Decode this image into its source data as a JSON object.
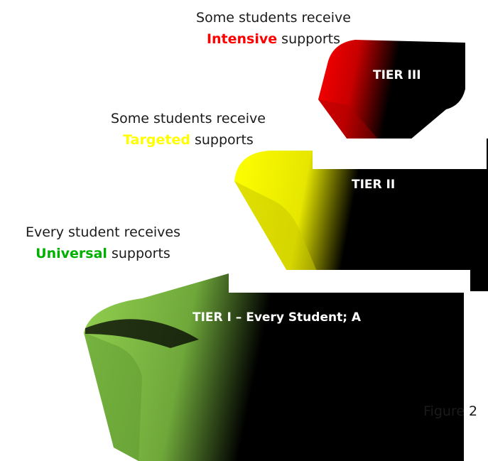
{
  "captions": [
    {
      "line1": "Some students receive",
      "keyword": "Intensive",
      "rest": " supports",
      "color": "#ff0000"
    },
    {
      "line1": "Some students receive",
      "keyword": "Targeted",
      "rest": " supports",
      "color": "#ffff00"
    },
    {
      "line1": "Every student receives",
      "keyword": "Universal",
      "rest": " supports",
      "color": "#00b000"
    }
  ],
  "tiers": [
    {
      "label": "TIER III",
      "color": "#ff0000"
    },
    {
      "label": "TIER II",
      "color": "#ffff00"
    },
    {
      "label": "TIER I – Every Student; A",
      "color": "#92d050"
    }
  ],
  "figure_label": "Figure 2"
}
